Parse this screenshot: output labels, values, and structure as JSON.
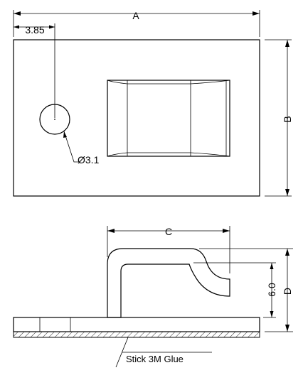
{
  "dimensions": {
    "a_label": "A",
    "b_label": "B",
    "c_label": "C",
    "d_label": "D",
    "offset_label": "3.85",
    "hole_diameter_label": "Ø3.1",
    "height_label": "6.0"
  },
  "note": {
    "glue_label": "Stick 3M Glue"
  }
}
